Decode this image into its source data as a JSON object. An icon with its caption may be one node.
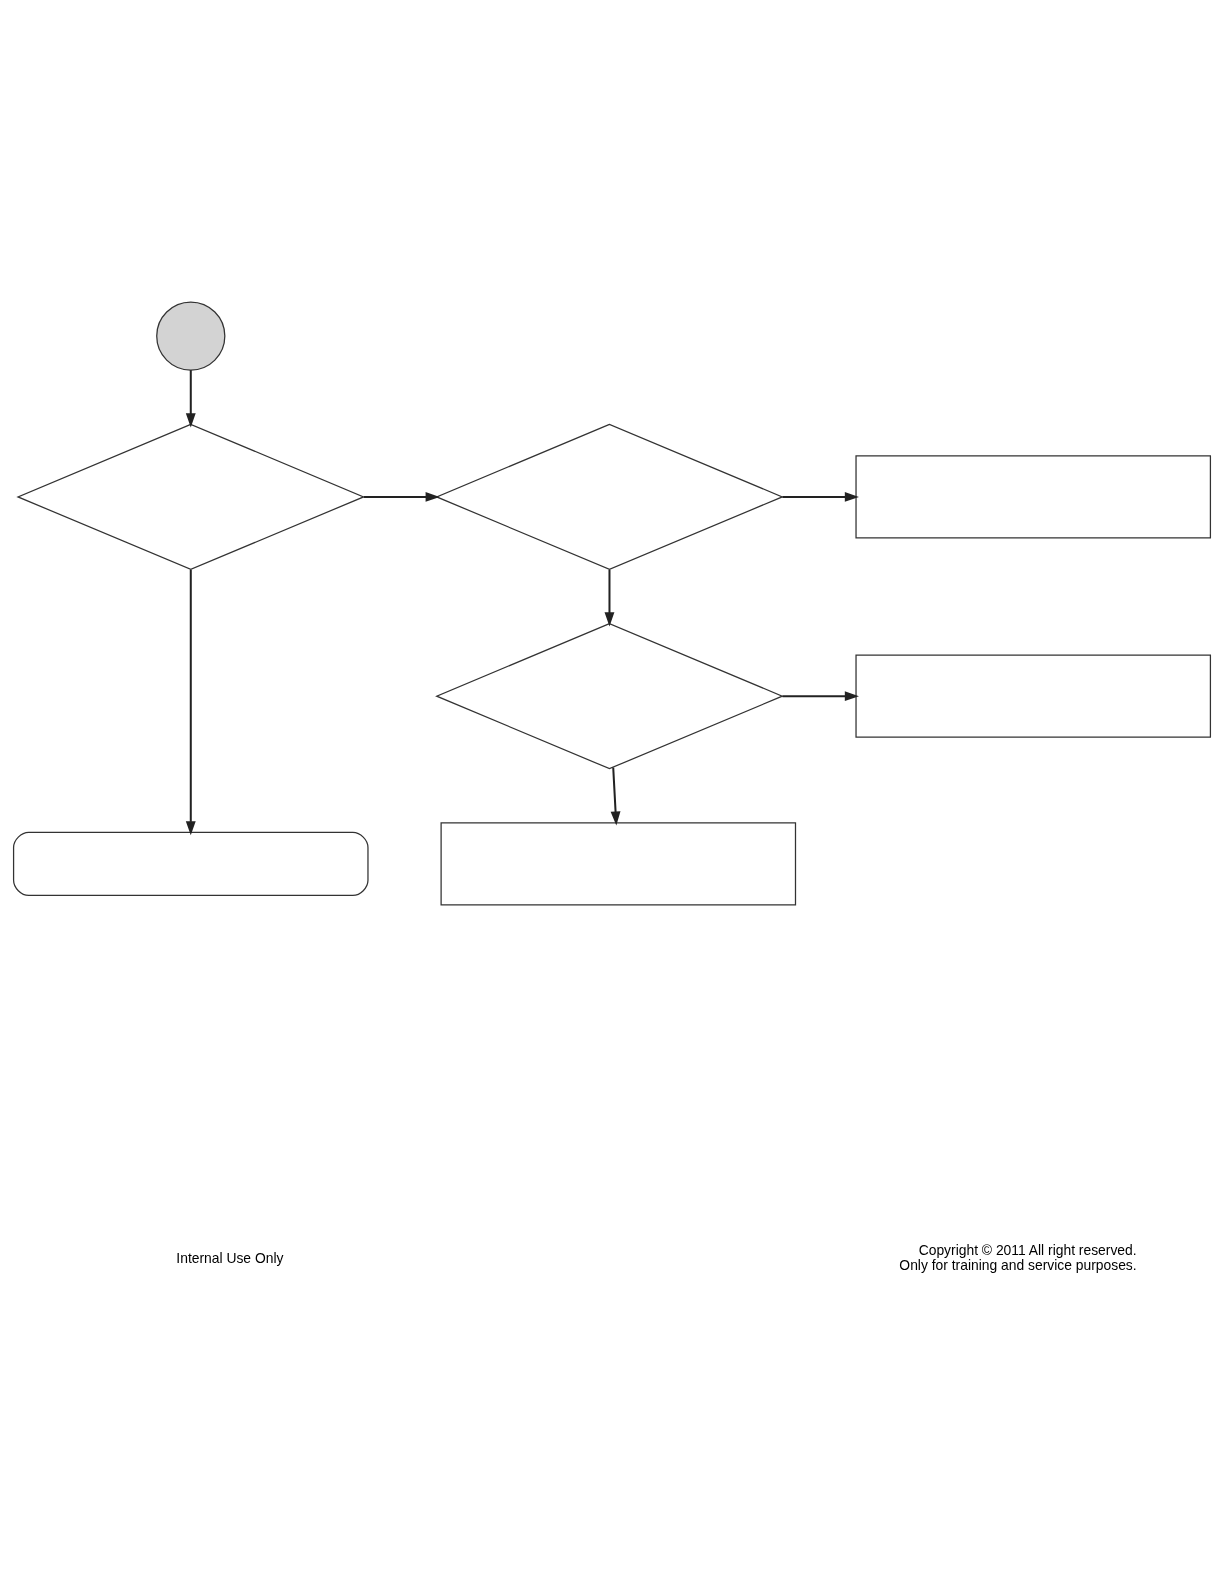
{
  "diagram": {
    "nodes": [
      {
        "text": [],
        "shape": "circle"
      },
      {
        "text": [],
        "shape": "diamond"
      },
      {
        "text": [],
        "shape": "diamond"
      },
      {
        "text": [],
        "shape": "box"
      },
      {
        "text": [],
        "shape": "diamond"
      },
      {
        "text": [],
        "shape": "box"
      },
      {
        "text": [],
        "shape": "box"
      },
      {
        "text": [],
        "shape": "box"
      }
    ],
    "edges": [
      {
        "from": 0,
        "to": 1,
        "arrow": "to"
      },
      {
        "from": 1,
        "to": 2,
        "arrow": "to"
      },
      {
        "from": 2,
        "to": 3,
        "arrow": "to"
      },
      {
        "from": 2,
        "to": 4,
        "arrow": "to"
      },
      {
        "from": 4,
        "to": 5,
        "arrow": "to"
      },
      {
        "from": 4,
        "to": 6,
        "arrow": "to"
      },
      {
        "from": 1,
        "to": 7,
        "arrow": "to"
      }
    ],
    "labels": [
      "Internal Use Only",
      "Copyright © 2011 All right reserved.",
      "Only for training and service purposes."
    ]
  }
}
